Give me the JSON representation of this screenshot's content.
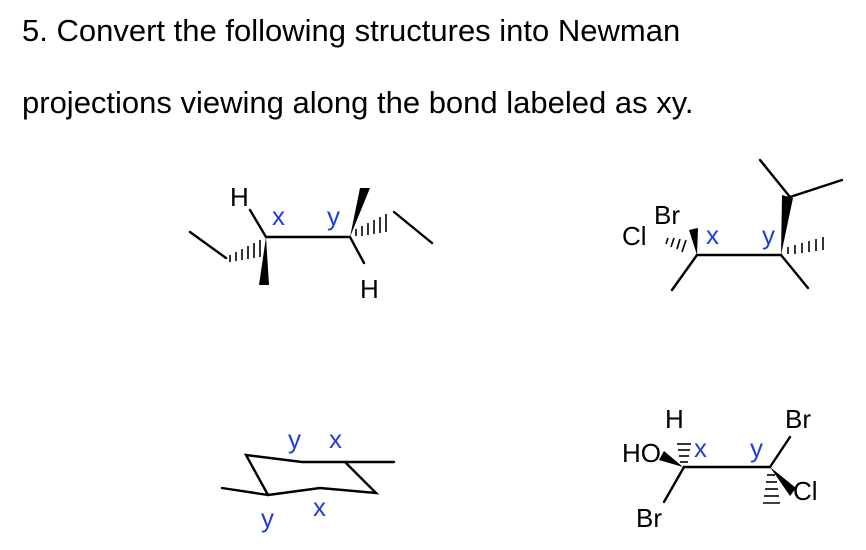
{
  "question": {
    "number": "5.",
    "line1": "Convert the following structures into Newman",
    "line2": "projections viewing along the bond labeled as xy."
  },
  "structures": [
    {
      "id": "s1",
      "atoms": {
        "h_top": "H",
        "h_bottom": "H"
      },
      "labels": {
        "x": "x",
        "y": "y"
      }
    },
    {
      "id": "s2",
      "atoms": {
        "br": "Br",
        "cl": "Cl"
      },
      "labels": {
        "x": "x",
        "y": "y"
      }
    },
    {
      "id": "s3",
      "labels": {
        "y_top": "y",
        "x_top": "x",
        "y_bottom": "y",
        "x_bottom": "x"
      }
    },
    {
      "id": "s4",
      "atoms": {
        "h": "H",
        "ho": "HO",
        "br_bottom": "Br",
        "br_top": "Br",
        "cl": "Cl"
      },
      "labels": {
        "x": "x",
        "y": "y"
      }
    }
  ],
  "colors": {
    "label": "#1f3fd6",
    "text": "#000000"
  }
}
